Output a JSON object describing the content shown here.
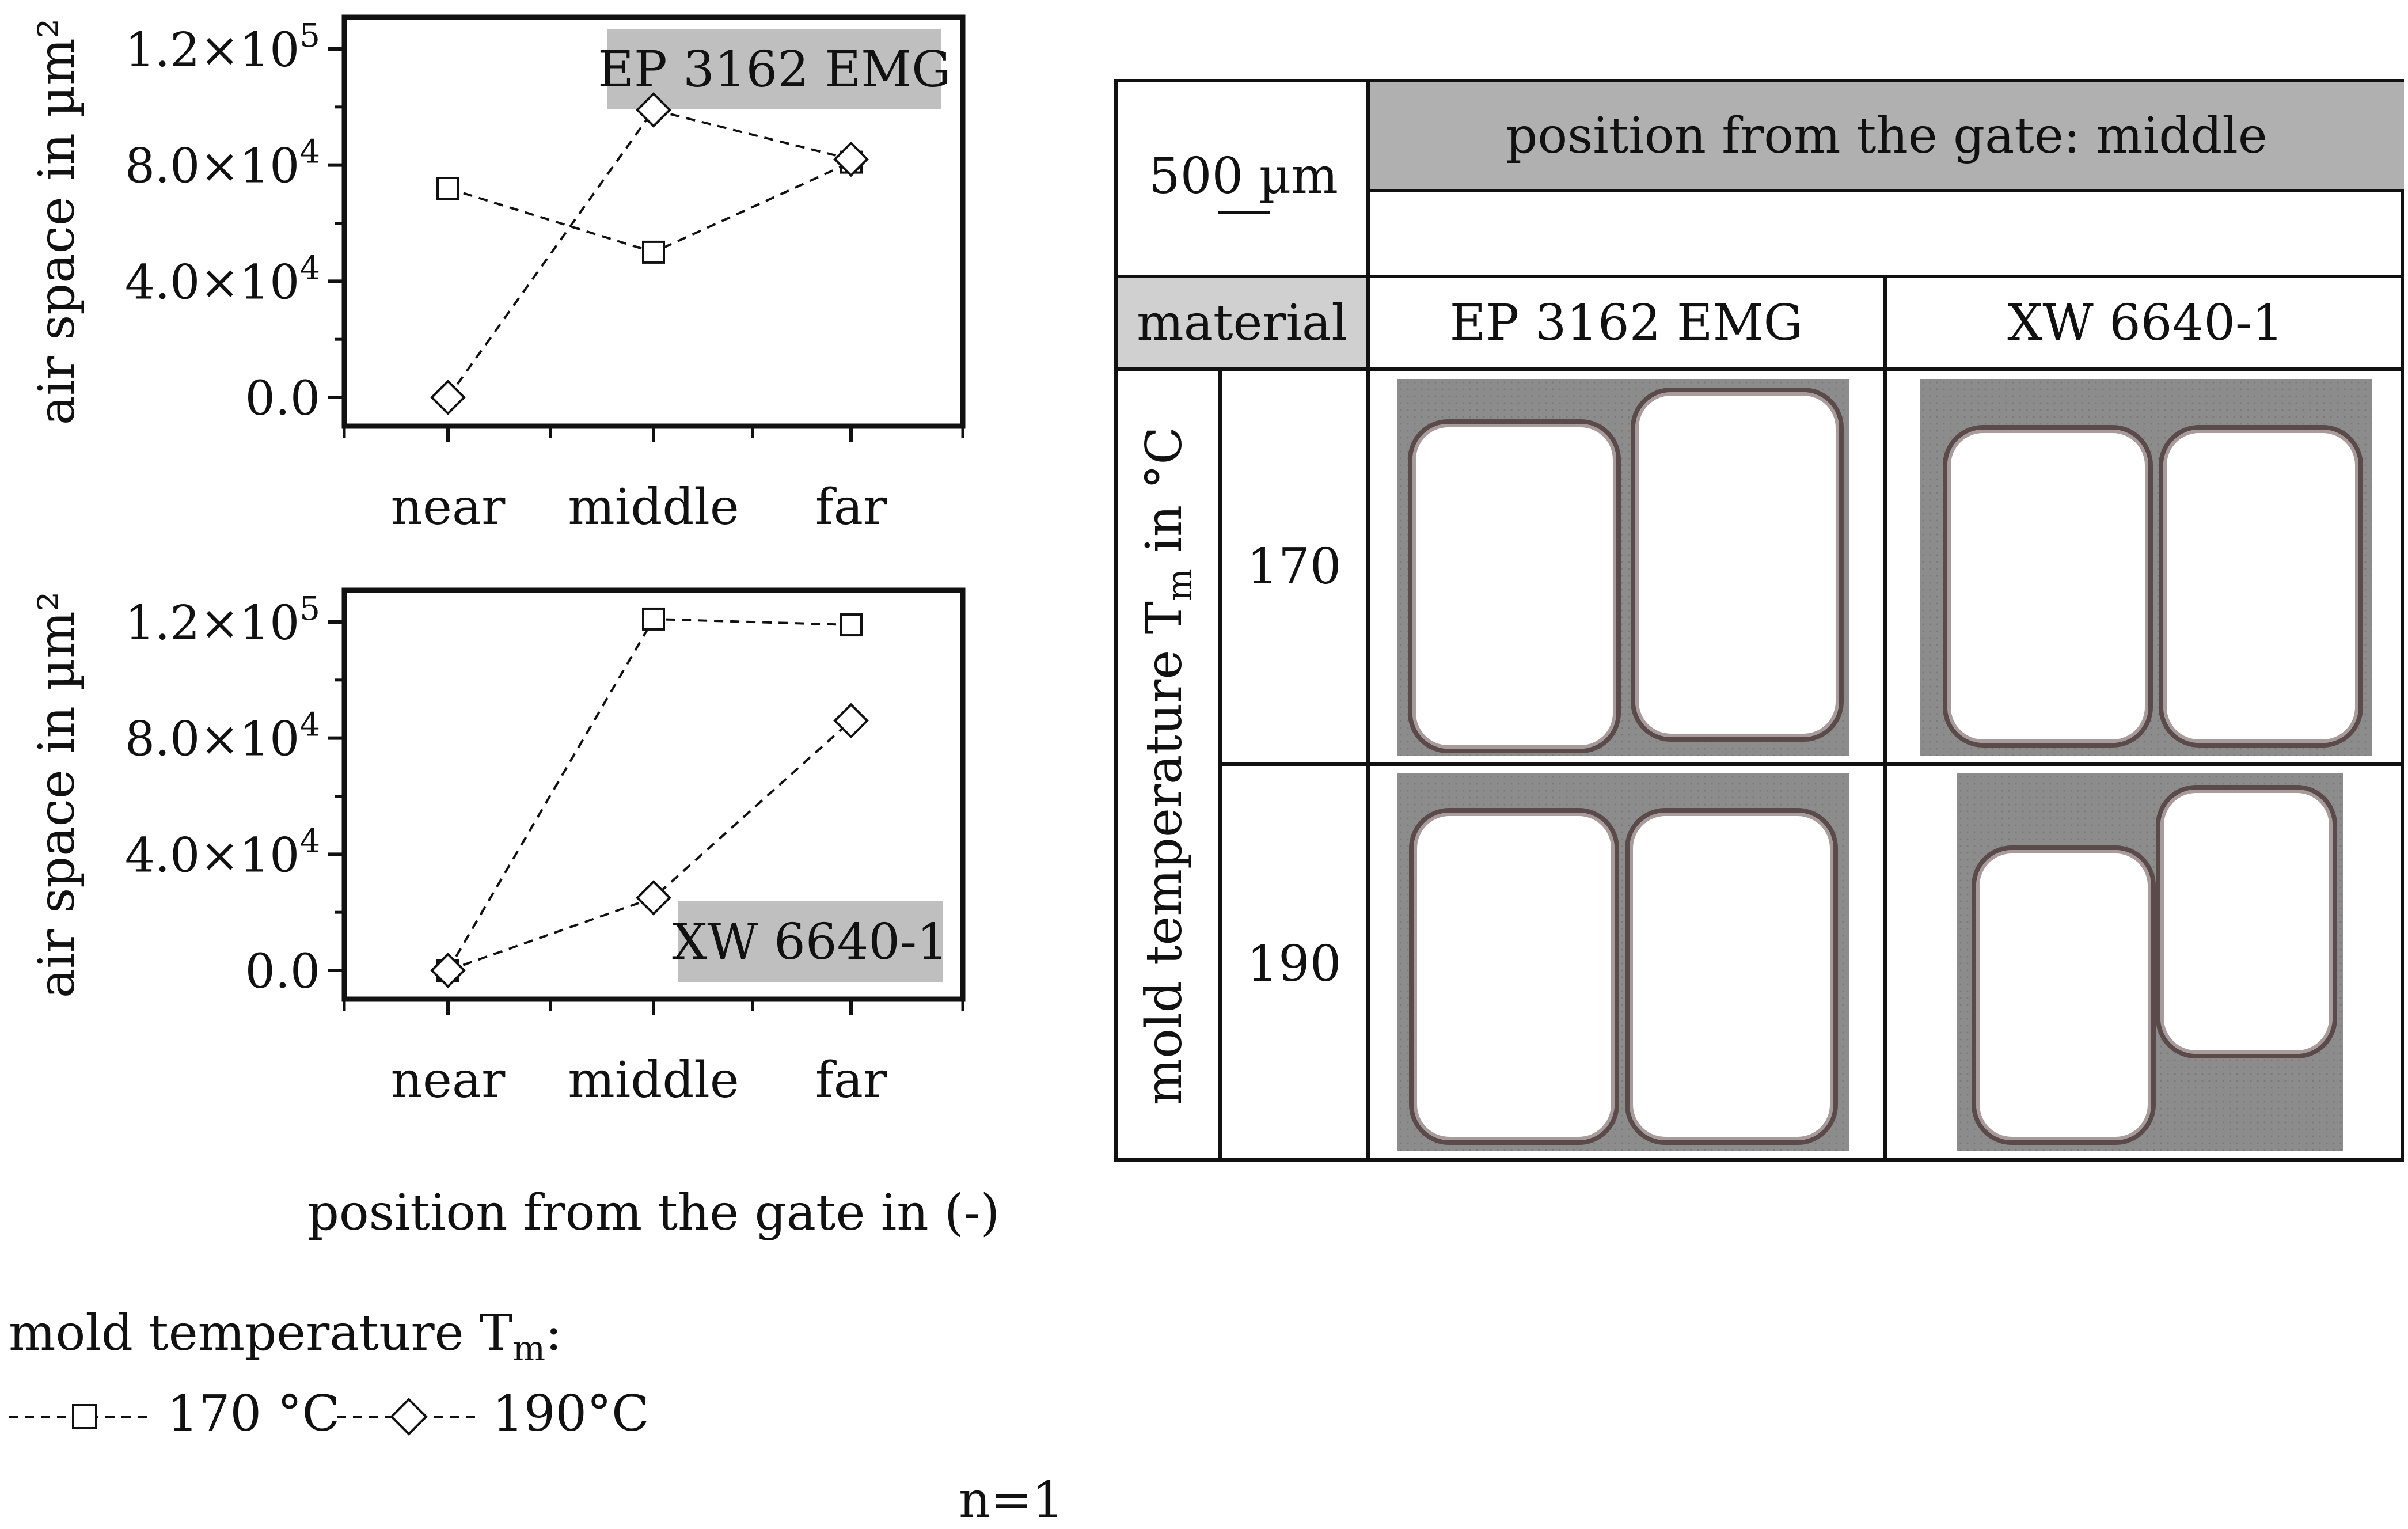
{
  "chart_data": [
    {
      "type": "line",
      "annotation": "EP 3162 EMG",
      "xlabel": "",
      "ylabel": "air space in µm²",
      "categories": [
        "near",
        "middle",
        "far"
      ],
      "ylim": [
        0,
        120000
      ],
      "yticks": [
        {
          "value": 0,
          "label": "0.0"
        },
        {
          "value": 40000,
          "label": "4.0×10",
          "exp": "4"
        },
        {
          "value": 80000,
          "label": "8.0×10",
          "exp": "4"
        },
        {
          "value": 120000,
          "label": "1.2×10",
          "exp": "5"
        }
      ],
      "series": [
        {
          "marker": "square",
          "values": [
            72000,
            50000,
            81000
          ]
        },
        {
          "marker": "diamond",
          "values": [
            0,
            99000,
            82000
          ]
        }
      ],
      "grid": false
    },
    {
      "type": "line",
      "annotation": "XW 6640-1",
      "xlabel": "position from the gate in (-)",
      "ylabel": "air space in µm²",
      "categories": [
        "near",
        "middle",
        "far"
      ],
      "ylim": [
        0,
        120000
      ],
      "yticks": [
        {
          "value": 0,
          "label": "0.0"
        },
        {
          "value": 40000,
          "label": "4.0×10",
          "exp": "4"
        },
        {
          "value": 80000,
          "label": "8.0×10",
          "exp": "4"
        },
        {
          "value": 120000,
          "label": "1.2×10",
          "exp": "5"
        }
      ],
      "series": [
        {
          "marker": "square",
          "values": [
            0,
            121000,
            119000
          ]
        },
        {
          "marker": "diamond",
          "values": [
            0,
            25000,
            86000
          ]
        }
      ],
      "grid": false
    }
  ],
  "legend": {
    "title_main": "mold temperature T",
    "title_sub": "m",
    "title_end": ":",
    "entries": [
      {
        "marker": "square",
        "label": "170 °C"
      },
      {
        "marker": "diamond",
        "label": "190°C"
      }
    ]
  },
  "note": "n=1",
  "table": {
    "scale_bar": "500 µm",
    "header": "position from the gate: middle",
    "material_label": "material",
    "materials": [
      "EP 3162 EMG",
      "XW 6640-1"
    ],
    "row_axis_main": "mold temperature T",
    "row_axis_sub": "m",
    "row_axis_end": " in °C",
    "temperatures": [
      "170",
      "190"
    ]
  },
  "colors": {
    "line": "#111111",
    "annotation_box": "#bfbfbf",
    "header_fill": "#b0b0b0",
    "label_fill": "#d0d0d0",
    "micrograph": "#8c8c8c"
  }
}
